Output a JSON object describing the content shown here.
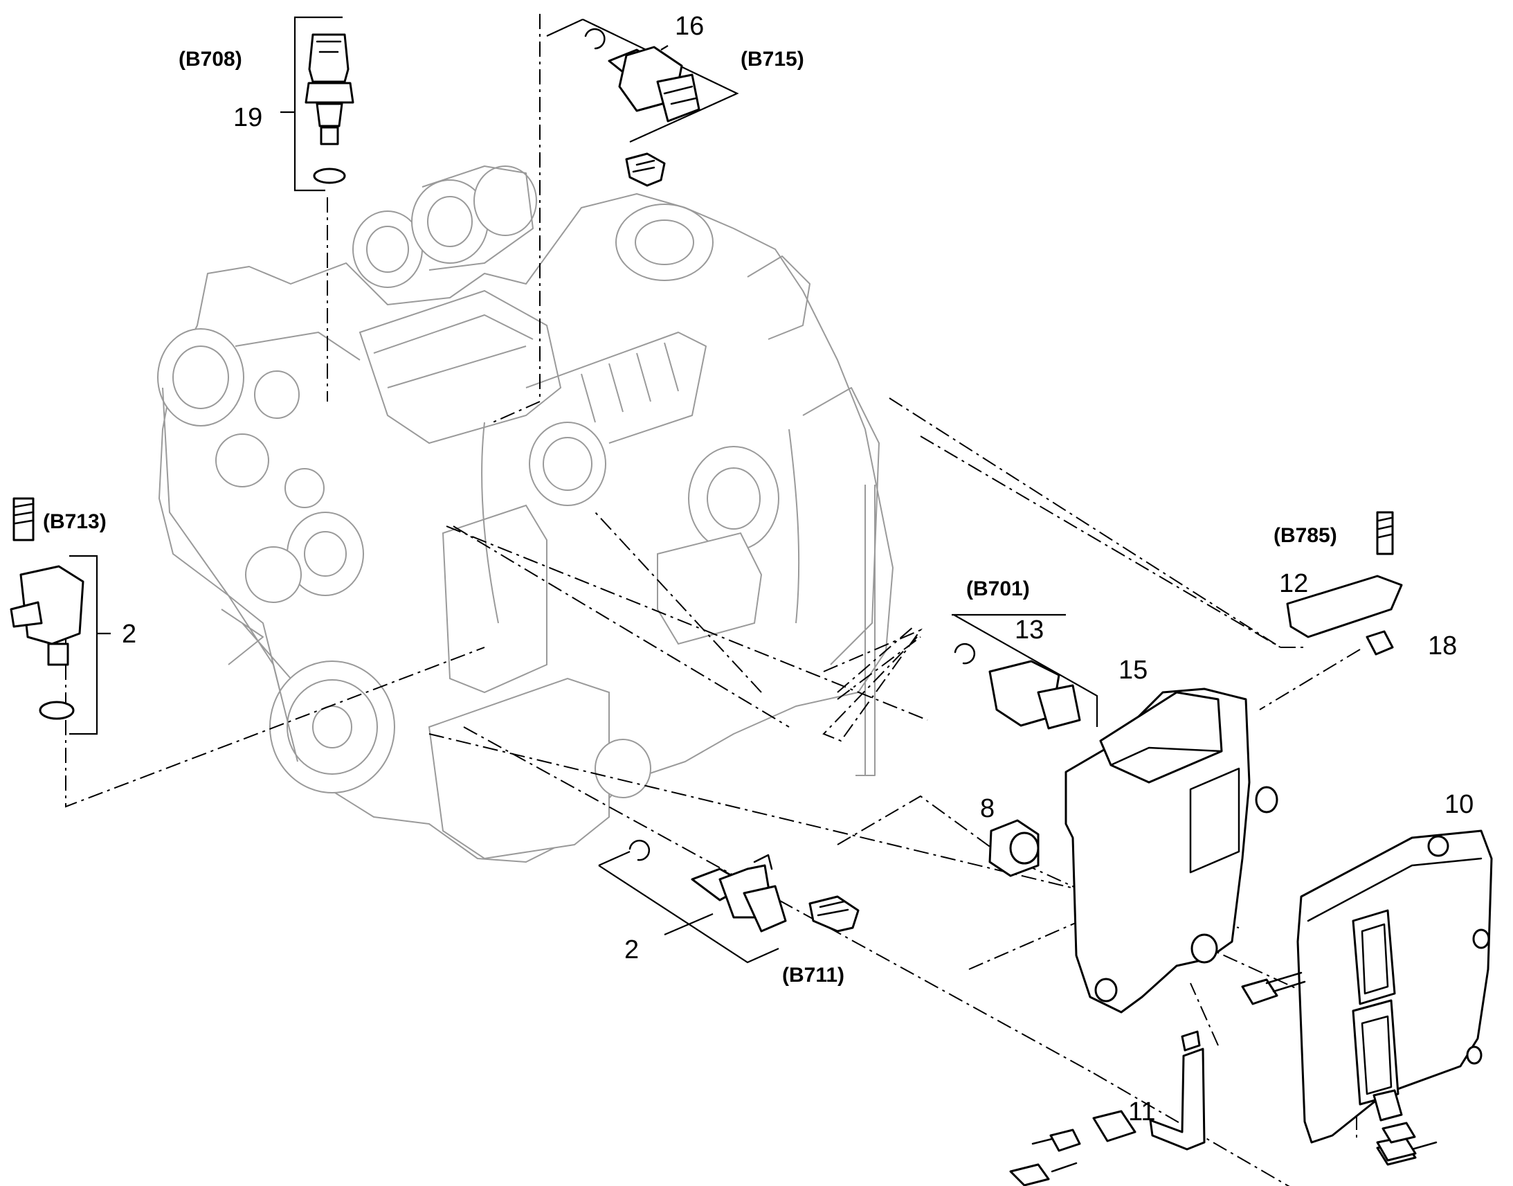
{
  "callouts": {
    "n19": "19",
    "b708": "(B708)",
    "n16": "16",
    "b715": "(B715)",
    "b713": "(B713)",
    "n2a": "2",
    "b785": "(B785)",
    "n12": "12",
    "n18": "18",
    "b701": "(B701)",
    "n13": "13",
    "n15": "15",
    "n8": "8",
    "n10": "10",
    "n2b": "2",
    "b711": "(B711)",
    "n11": "11"
  }
}
